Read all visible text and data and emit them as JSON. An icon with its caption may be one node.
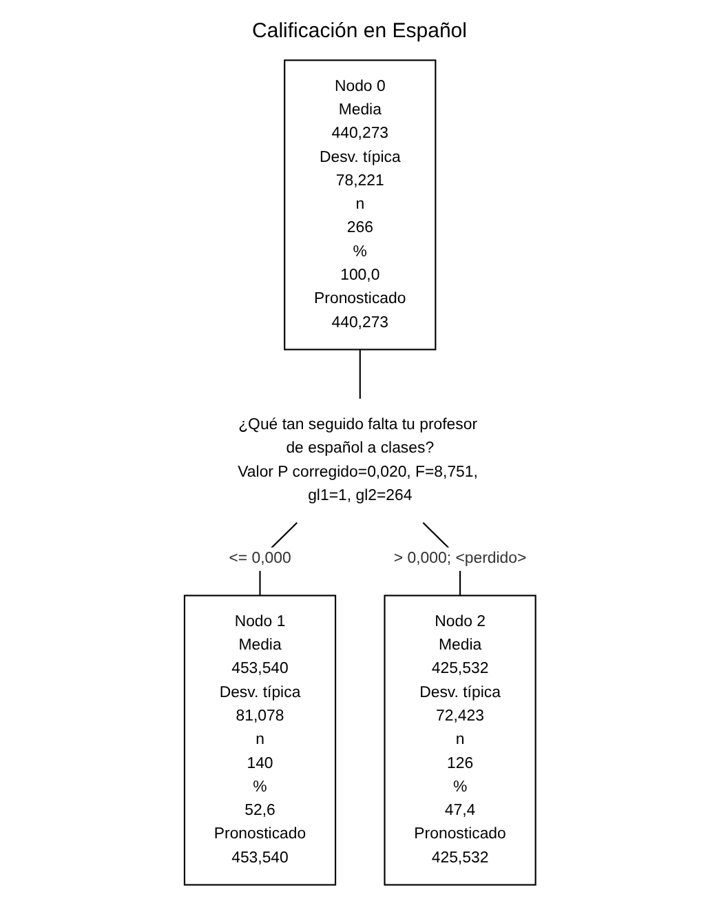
{
  "diagram": {
    "title": "Calificación en Español",
    "nodes": [
      {
        "text": [
          "Nodo 0",
          "Media",
          "440,273",
          "Desv. típica",
          "78,221",
          "n",
          "266",
          "%",
          "100,0",
          "Pronosticado",
          "440,273"
        ]
      },
      {
        "text": [
          "¿Qué tan seguido falta tu profesor de español a clases?",
          "Valor P corregido=0,020, F=8,751, gl1=1, gl2=264"
        ]
      },
      {
        "text": [
          "Nodo 1",
          "Media",
          "453,540",
          "Desv. típica",
          "81,078",
          "n",
          "140",
          "%",
          "52,6",
          "Pronosticado",
          "453,540"
        ]
      },
      {
        "text": [
          "Nodo 2",
          "Media",
          "425,532",
          "Desv. típica",
          "72,423",
          "n",
          "126",
          "%",
          "47,4",
          "Pronosticado",
          "425,532"
        ]
      }
    ],
    "edges": [
      {
        "from": 0,
        "to": 1,
        "arrow": "none"
      },
      {
        "from": 1,
        "to": 2,
        "label": "<= 0,000",
        "arrow": "none"
      },
      {
        "from": 1,
        "to": 3,
        "label": "> 0,000; <perdido>",
        "arrow": "none"
      }
    ]
  }
}
